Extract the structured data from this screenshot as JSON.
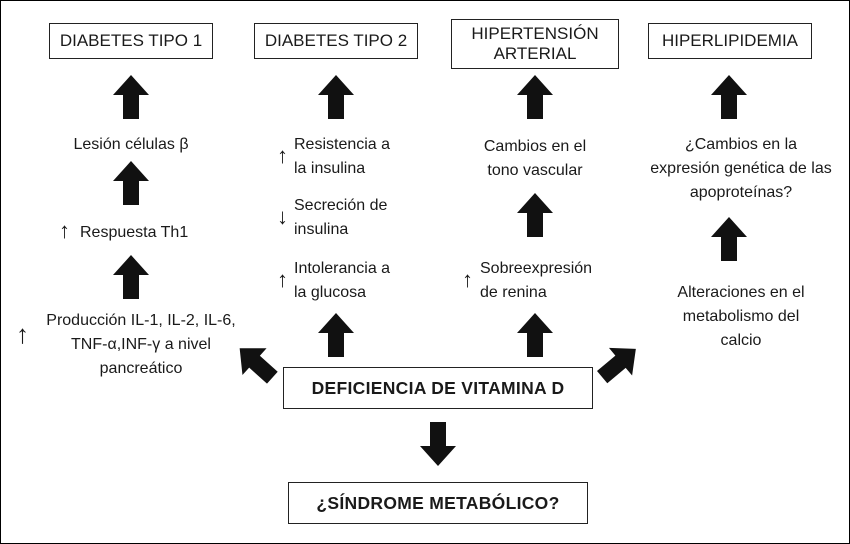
{
  "top_boxes": [
    {
      "lines": [
        "DIABETES TIPO 1"
      ]
    },
    {
      "lines": [
        "DIABETES TIPO 2"
      ]
    },
    {
      "lines": [
        "HIPERTENSIÓN",
        "ARTERIAL"
      ]
    },
    {
      "lines": [
        "HIPERLIPIDEMIA"
      ]
    }
  ],
  "col1": {
    "lesion": "Lesión células β",
    "th1": "Respuesta Th1",
    "prod": [
      "Producción IL-1, IL-2, IL-6,",
      "TNF-α,INF-γ a nivel",
      "pancreático"
    ]
  },
  "col2": {
    "resist": [
      "Resistencia a",
      "la insulina"
    ],
    "secr": [
      "Secreción de",
      "insulina"
    ],
    "intol": [
      "Intolerancia a",
      "la glucosa"
    ]
  },
  "col3": {
    "cambios": [
      "Cambios en el",
      "tono vascular"
    ],
    "sobre": [
      "Sobreexpresión",
      "de renina"
    ]
  },
  "col4": {
    "expr": [
      "¿Cambios en la",
      "expresión genética de las",
      "apoproteínas?"
    ],
    "alter": [
      "Alteraciones en el",
      "metabolismo del",
      "calcio"
    ]
  },
  "indicators": {
    "up": "↑",
    "down": "↓"
  },
  "center_box": "DEFICIENCIA DE VITAMINA D",
  "bottom_box": "¿SÍNDROME METABÓLICO?"
}
